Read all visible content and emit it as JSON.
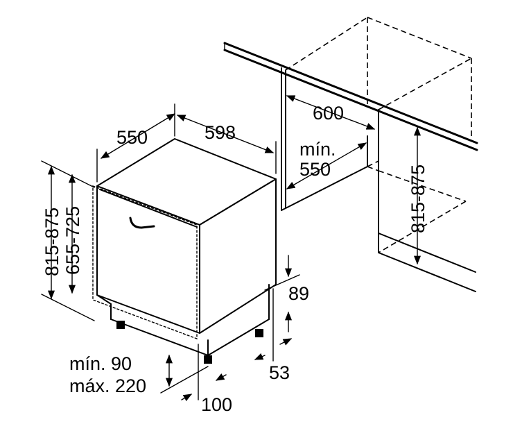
{
  "dimensions": {
    "appliance_depth": "550",
    "appliance_width": "598",
    "niche_width": "600",
    "niche_depth_min_label": "mín.",
    "niche_depth_min_value": "550",
    "niche_height": "815-875",
    "appliance_height": "815-875",
    "door_height": "655-725",
    "plinth_height": "89",
    "foot_offset": "53",
    "plinth_range_min": "mín. 90",
    "plinth_range_max": "máx. 220",
    "door_overhang": "100"
  },
  "colors": {
    "line": "#000000",
    "face_front": "#ffffff",
    "face_side": "#ffffff"
  }
}
